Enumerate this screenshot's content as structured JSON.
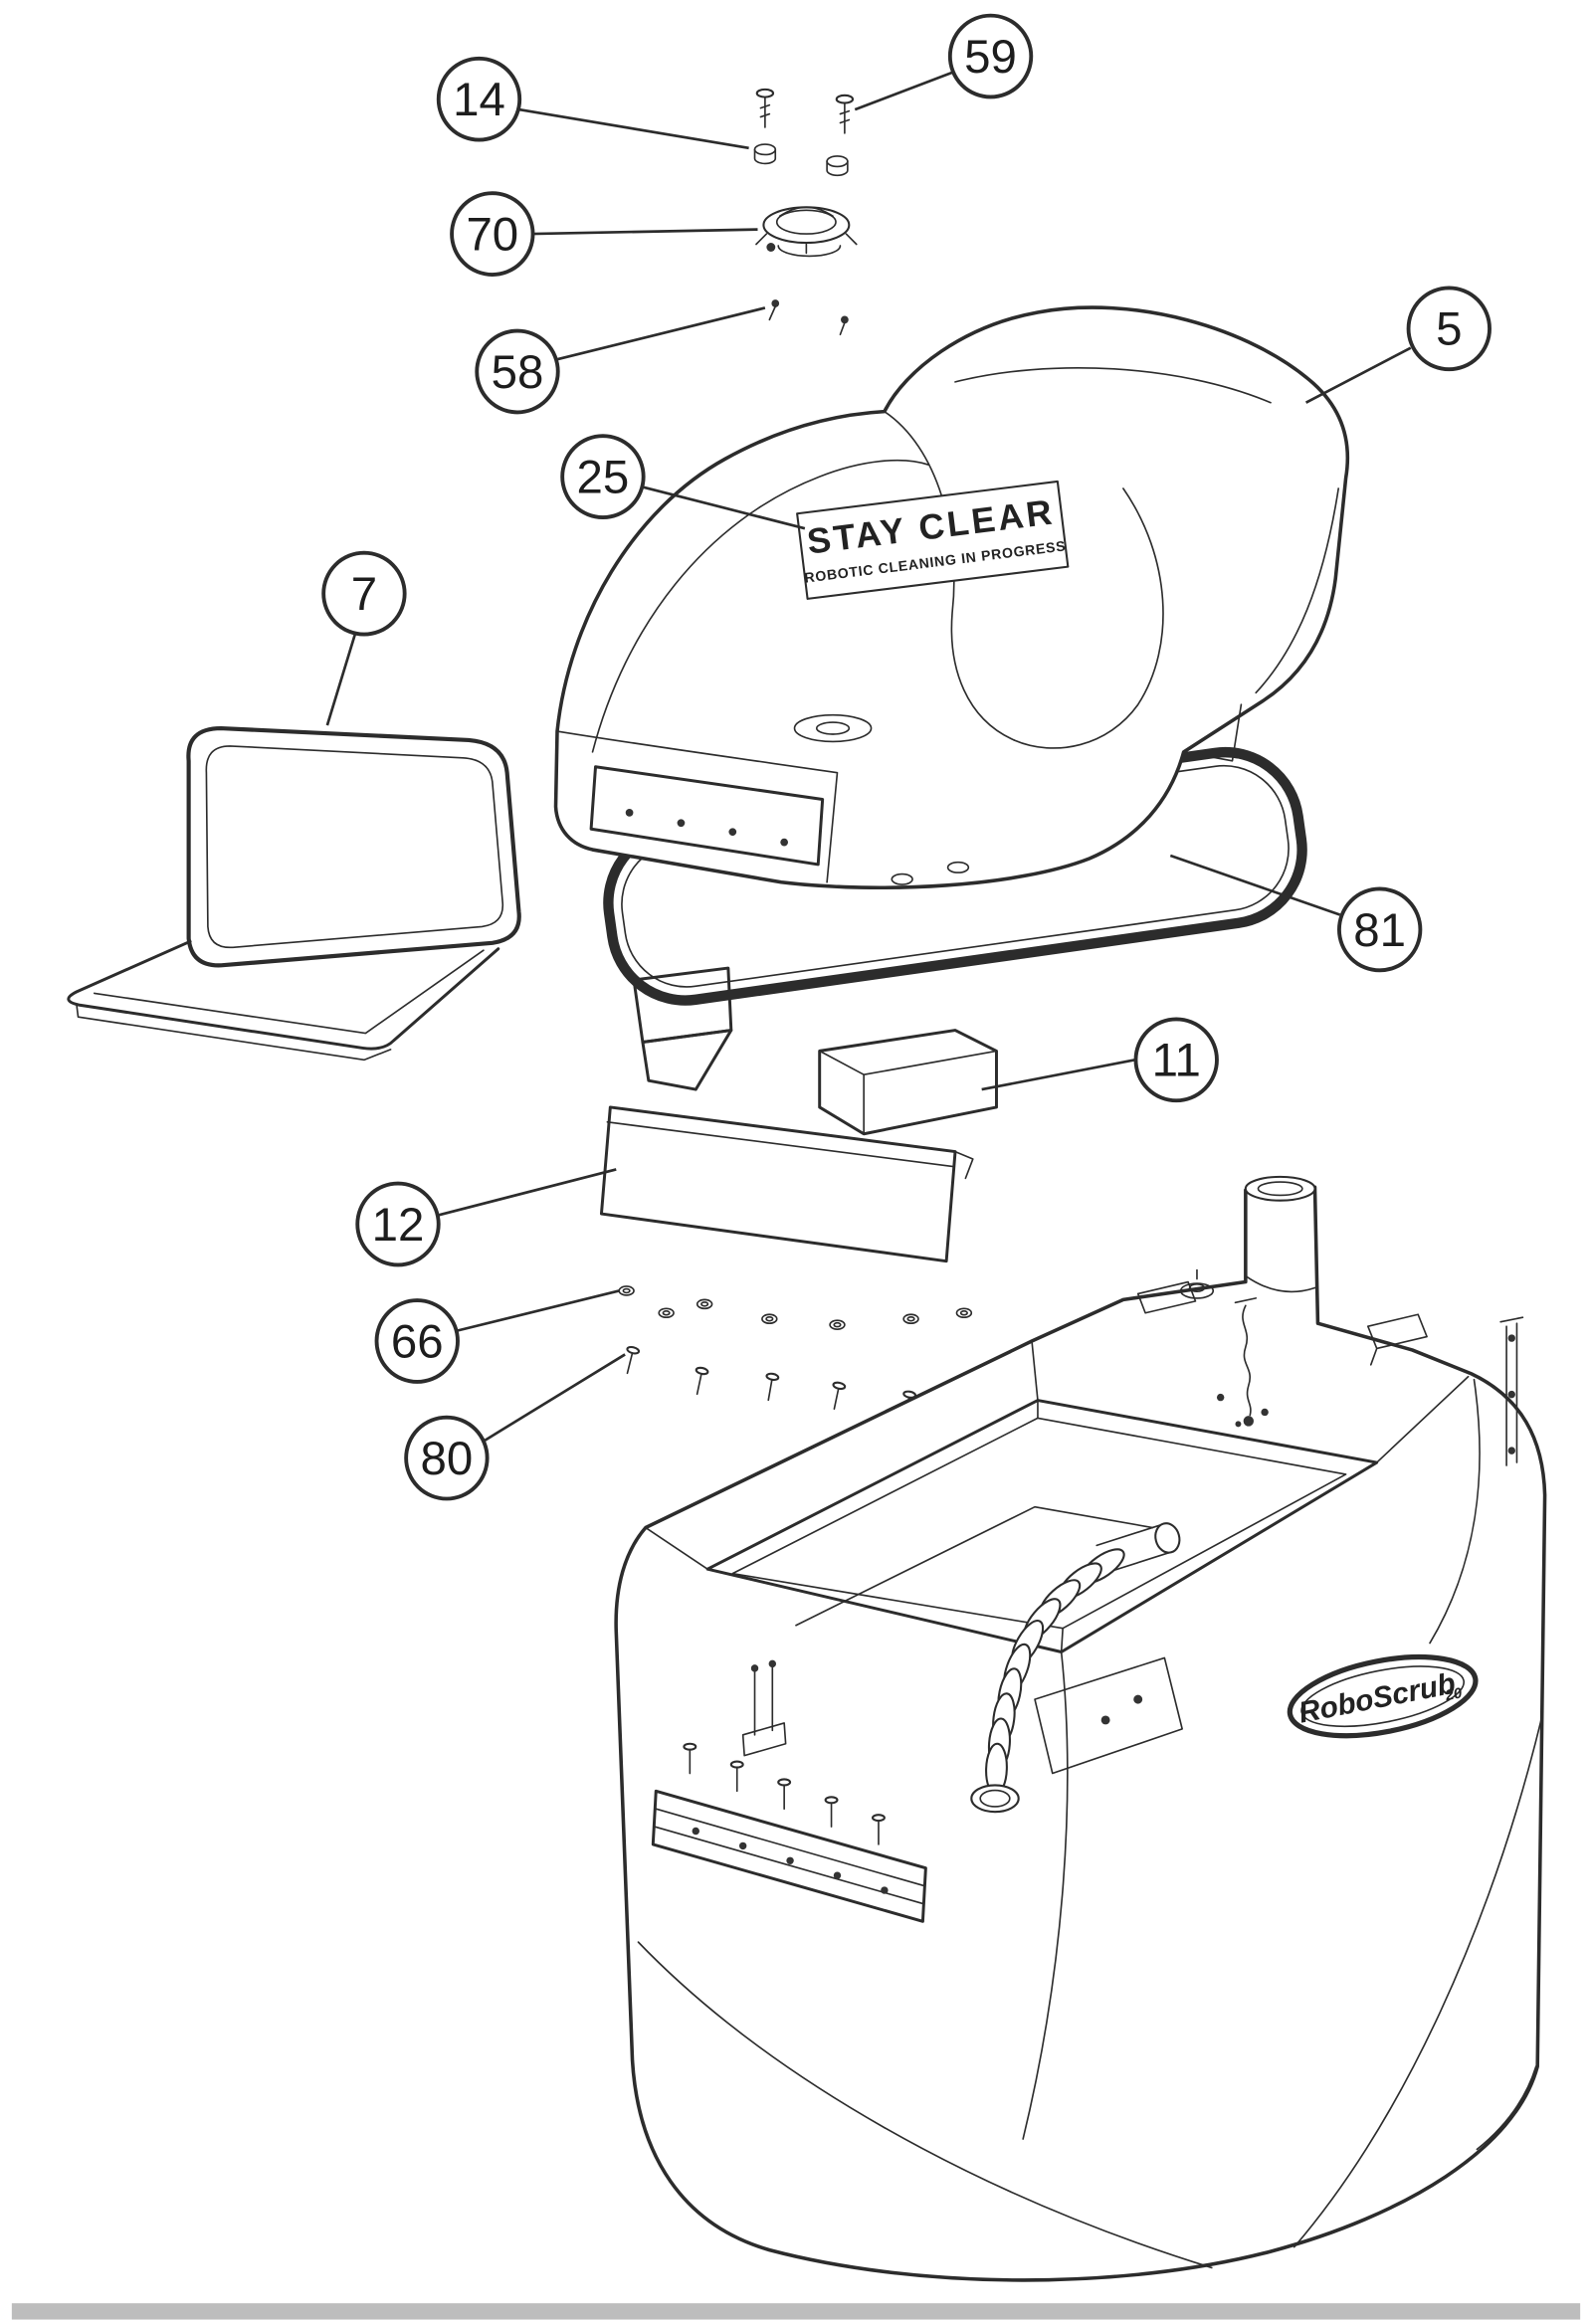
{
  "diagram": {
    "figure_type": "exploded parts diagram",
    "callouts": [
      {
        "part": "14"
      },
      {
        "part": "59"
      },
      {
        "part": "70"
      },
      {
        "part": "58"
      },
      {
        "part": "5"
      },
      {
        "part": "25"
      },
      {
        "part": "7"
      },
      {
        "part": "81"
      },
      {
        "part": "11"
      },
      {
        "part": "12"
      },
      {
        "part": "66"
      },
      {
        "part": "80"
      }
    ],
    "labels": {
      "warning_title": "STAY CLEAR",
      "warning_subtitle": "ROBOTIC CLEANING IN PROGRESS",
      "brand": "RoboScrub",
      "brand_model": "20"
    }
  }
}
